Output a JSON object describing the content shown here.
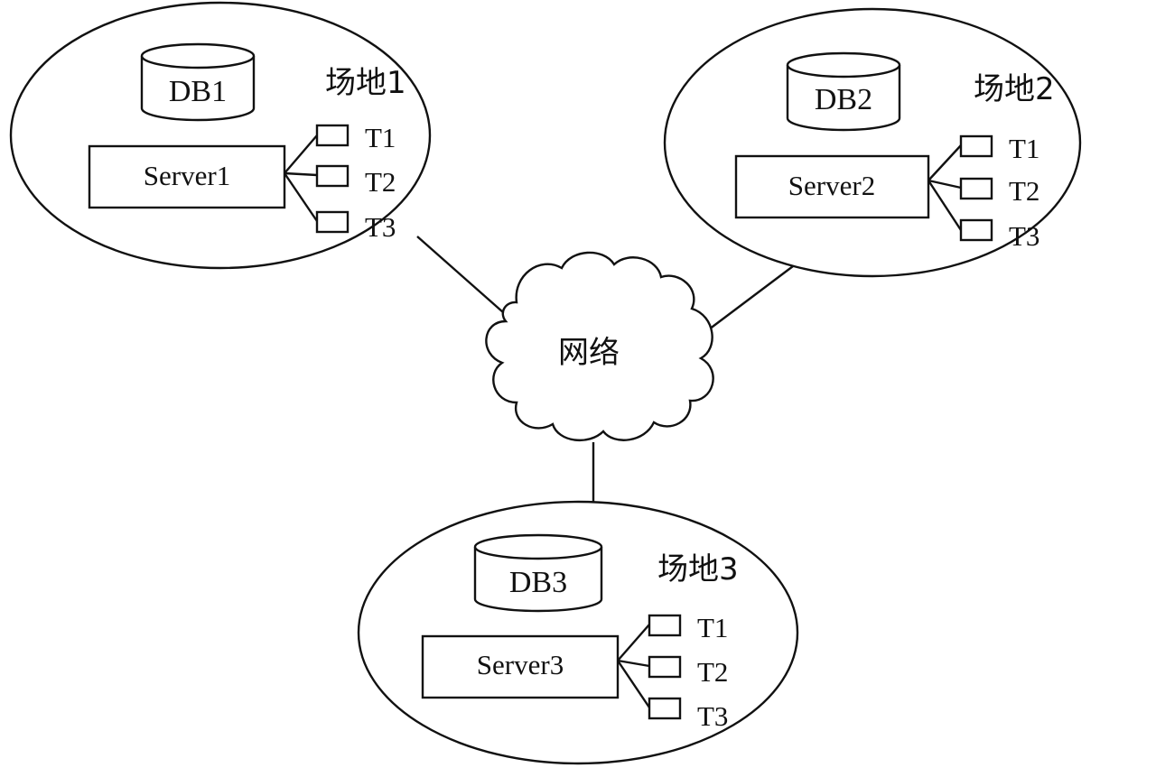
{
  "network_label": "网络",
  "sites": [
    {
      "name": "场地1",
      "db": "DB1",
      "server": "Server1",
      "terminals": [
        "T1",
        "T2",
        "T3"
      ]
    },
    {
      "name": "场地2",
      "db": "DB2",
      "server": "Server2",
      "terminals": [
        "T1",
        "T2",
        "T3"
      ]
    },
    {
      "name": "场地3",
      "db": "DB3",
      "server": "Server3",
      "terminals": [
        "T1",
        "T2",
        "T3"
      ]
    }
  ]
}
